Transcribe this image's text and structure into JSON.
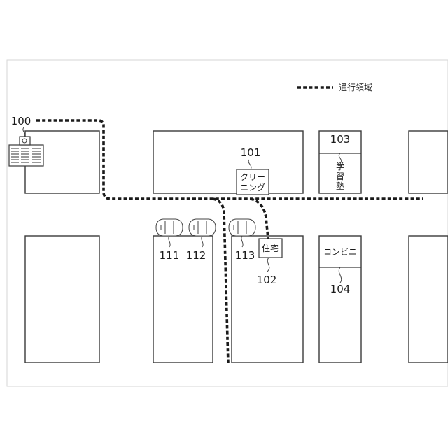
{
  "legend": {
    "label": "通行領域"
  },
  "numbers": {
    "n100": "100",
    "n101": "101",
    "n102": "102",
    "n103": "103",
    "n104": "104",
    "n111": "111",
    "n112": "112",
    "n113": "113"
  },
  "places": {
    "cleaning_line1": "クリー",
    "cleaning_line2": "ニング",
    "house": "住宅",
    "school_line1": "学",
    "school_line2": "習",
    "school_line3": "塾",
    "convenience": "コンビニ"
  },
  "colors": {
    "route": "#1a1a1a",
    "outline": "#3a3a3a"
  },
  "icons": [
    "server-icon",
    "car-icon"
  ]
}
